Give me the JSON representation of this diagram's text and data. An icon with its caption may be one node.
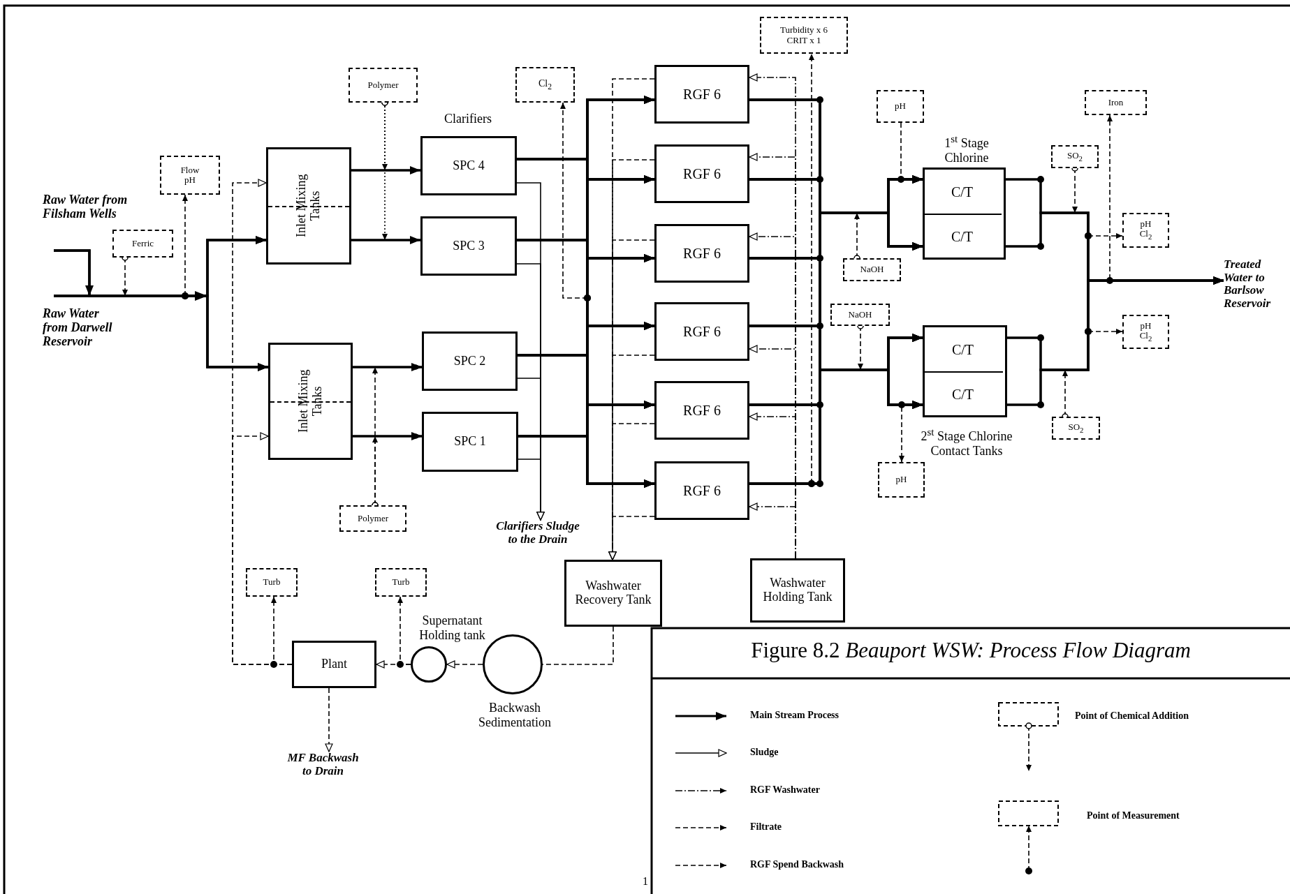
{
  "diagram": {
    "title": "Figure 8.2 *Beauport WSW: Process Flow Diagram*",
    "nodes": [
      {
        "text": [
          "Ferric"
        ]
      },
      {
        "text": [
          "Flow pH"
        ]
      },
      {
        "text": [
          "Inlet Mixing Tanks"
        ]
      },
      {
        "text": [
          "Inlet Mixing Tanks"
        ]
      },
      {
        "text": [
          "Polymer"
        ]
      },
      {
        "text": [
          "Polymer"
        ]
      },
      {
        "text": [
          "SPC 4"
        ]
      },
      {
        "text": [
          "SPC 3"
        ]
      },
      {
        "text": [
          "SPC 2"
        ]
      },
      {
        "text": [
          "SPC 1"
        ]
      },
      {
        "text": [
          "Cl$_{2}$"
        ]
      },
      {
        "text": [
          "RGF 6"
        ]
      },
      {
        "text": [
          "RGF 6"
        ]
      },
      {
        "text": [
          "RGF 6"
        ]
      },
      {
        "text": [
          "RGF 6"
        ]
      },
      {
        "text": [
          "RGF 6"
        ]
      },
      {
        "text": [
          "RGF 6"
        ]
      },
      {
        "text": [
          "Turbidity x 6 CRIT x 1"
        ]
      },
      {
        "text": [
          "pH"
        ]
      },
      {
        "text": [
          "1$^{st}$ Stage Chlorine"
        ]
      },
      {
        "text": [
          "C/T"
        ],
        "in": 19
      },
      {
        "text": [
          "C/T"
        ],
        "in": 19
      },
      {
        "text": [
          "NaOH"
        ]
      },
      {
        "text": [
          "NaOH"
        ]
      },
      {
        "text": [
          "2$^{st}$ Stage Chlorine Contact Tanks"
        ]
      },
      {
        "text": [
          "C/T"
        ],
        "in": 24
      },
      {
        "text": [
          "C/T"
        ],
        "in": 24
      },
      {
        "text": [
          "pH"
        ]
      },
      {
        "text": [
          "SO$_{2}$"
        ]
      },
      {
        "text": [
          "Iron"
        ]
      },
      {
        "text": [
          "pH Cl$_{2}$"
        ]
      },
      {
        "text": [
          "pH Cl$_{2}$"
        ]
      },
      {
        "text": [
          "SO$_{2}$"
        ]
      },
      {
        "text": [
          "Washwater Recovery Tank"
        ]
      },
      {
        "text": [
          "Washwater Holding Tank"
        ]
      },
      {
        "text": [
          "Turb"
        ]
      },
      {
        "text": [
          "Turb"
        ]
      },
      {
        "text": [
          "Plant"
        ]
      },
      {
        "text": [
          "Supernatant Holding tank"
        ]
      },
      {
        "text": [
          "Backwash Sedimentation"
        ]
      },
      {
        "text": [
          "Raw Water from Filsham Wells"
        ]
      },
      {
        "text": [
          "Raw Water from Darwell Reservoir"
        ]
      },
      {
        "text": [
          "Clarifiers Sludge to the Drain"
        ]
      },
      {
        "text": [
          "MF Backwash to Drain"
        ]
      },
      {
        "text": [
          "Treated Water to Barlsow Reservoir"
        ]
      }
    ],
    "edges": [
      {
        "from": 40,
        "to": 2,
        "arrow": "to"
      },
      {
        "from": 40,
        "to": 3,
        "arrow": "to"
      },
      {
        "from": 41,
        "to": 2,
        "arrow": "to"
      },
      {
        "from": 41,
        "to": 3,
        "arrow": "to"
      },
      {
        "from": 2,
        "to": 6,
        "arrow": "to"
      },
      {
        "from": 2,
        "to": 7,
        "arrow": "to"
      },
      {
        "from": 3,
        "to": 8,
        "arrow": "to"
      },
      {
        "from": 3,
        "to": 9,
        "arrow": "to"
      },
      {
        "from": 6,
        "to": 11,
        "arrow": "to"
      },
      {
        "from": 6,
        "to": 12,
        "arrow": "to"
      },
      {
        "from": 6,
        "to": 13,
        "arrow": "to"
      },
      {
        "from": 6,
        "to": 14,
        "arrow": "to"
      },
      {
        "from": 6,
        "to": 15,
        "arrow": "to"
      },
      {
        "from": 6,
        "to": 16,
        "arrow": "to"
      },
      {
        "from": 7,
        "to": 11,
        "arrow": "to"
      },
      {
        "from": 7,
        "to": 12,
        "arrow": "to"
      },
      {
        "from": 7,
        "to": 13,
        "arrow": "to"
      },
      {
        "from": 7,
        "to": 14,
        "arrow": "to"
      },
      {
        "from": 7,
        "to": 15,
        "arrow": "to"
      },
      {
        "from": 7,
        "to": 16,
        "arrow": "to"
      },
      {
        "from": 8,
        "to": 11,
        "arrow": "to"
      },
      {
        "from": 8,
        "to": 12,
        "arrow": "to"
      },
      {
        "from": 8,
        "to": 13,
        "arrow": "to"
      },
      {
        "from": 8,
        "to": 14,
        "arrow": "to"
      },
      {
        "from": 8,
        "to": 15,
        "arrow": "to"
      },
      {
        "from": 8,
        "to": 16,
        "arrow": "to"
      },
      {
        "from": 9,
        "to": 11,
        "arrow": "to"
      },
      {
        "from": 9,
        "to": 12,
        "arrow": "to"
      },
      {
        "from": 9,
        "to": 13,
        "arrow": "to"
      },
      {
        "from": 9,
        "to": 14,
        "arrow": "to"
      },
      {
        "from": 9,
        "to": 15,
        "arrow": "to"
      },
      {
        "from": 9,
        "to": 16,
        "arrow": "to"
      },
      {
        "from": 6,
        "to": 42,
        "arrow": "to"
      },
      {
        "from": 7,
        "to": 42,
        "arrow": "to"
      },
      {
        "from": 8,
        "to": 42,
        "arrow": "to"
      },
      {
        "from": 9,
        "to": 42,
        "arrow": "to"
      },
      {
        "from": null,
        "to": 10,
        "arrow": "to",
        "style": "dashed"
      },
      {
        "from": 11,
        "to": 20,
        "arrow": "to"
      },
      {
        "from": 11,
        "to": 21,
        "arrow": "to"
      },
      {
        "from": 11,
        "to": 25,
        "arrow": "to"
      },
      {
        "from": 11,
        "to": 26,
        "arrow": "to"
      },
      {
        "from": 12,
        "to": 20,
        "arrow": "to"
      },
      {
        "from": 12,
        "to": 21,
        "arrow": "to"
      },
      {
        "from": 12,
        "to": 25,
        "arrow": "to"
      },
      {
        "from": 12,
        "to": 26,
        "arrow": "to"
      },
      {
        "from": 13,
        "to": 20,
        "arrow": "to"
      },
      {
        "from": 13,
        "to": 21,
        "arrow": "to"
      },
      {
        "from": 13,
        "to": 25,
        "arrow": "to"
      },
      {
        "from": 13,
        "to": 26,
        "arrow": "to"
      },
      {
        "from": 14,
        "to": 20,
        "arrow": "to"
      },
      {
        "from": 14,
        "to": 21,
        "arrow": "to"
      },
      {
        "from": 14,
        "to": 25,
        "arrow": "to"
      },
      {
        "from": 14,
        "to": 26,
        "arrow": "to"
      },
      {
        "from": 15,
        "to": 20,
        "arrow": "to"
      },
      {
        "from": 15,
        "to": 21,
        "arrow": "to"
      },
      {
        "from": 15,
        "to": 25,
        "arrow": "to"
      },
      {
        "from": 15,
        "to": 26,
        "arrow": "to"
      },
      {
        "from": 16,
        "to": 20,
        "arrow": "to"
      },
      {
        "from": 16,
        "to": 21,
        "arrow": "to"
      },
      {
        "from": 16,
        "to": 25,
        "arrow": "to"
      },
      {
        "from": 16,
        "to": 26,
        "arrow": "to"
      },
      {
        "from": 34,
        "to": 11,
        "arrow": "to",
        "style": "dashed"
      },
      {
        "from": 34,
        "to": 12,
        "arrow": "to",
        "style": "dashed"
      },
      {
        "from": 34,
        "to": 13,
        "arrow": "to",
        "style": "dashed"
      },
      {
        "from": 34,
        "to": 14,
        "arrow": "to",
        "style": "dashed"
      },
      {
        "from": 34,
        "to": 15,
        "arrow": "to",
        "style": "dashed"
      },
      {
        "from": 34,
        "to": 16,
        "arrow": "to",
        "style": "dashed"
      },
      {
        "from": 11,
        "to": 33,
        "arrow": "to",
        "style": "dashed"
      },
      {
        "from": 12,
        "to": 33,
        "arrow": "to",
        "style": "dashed"
      },
      {
        "from": 13,
        "to": 33,
        "arrow": "to",
        "style": "dashed"
      },
      {
        "from": 14,
        "to": 33,
        "arrow": "to",
        "style": "dashed"
      },
      {
        "from": 15,
        "to": 33,
        "arrow": "to",
        "style": "dashed"
      },
      {
        "from": 16,
        "to": 33,
        "arrow": "to",
        "style": "dashed"
      },
      {
        "from": null,
        "to": 17,
        "arrow": "to",
        "style": "dashed"
      },
      {
        "from": 20,
        "to": 44,
        "arrow": "to"
      },
      {
        "from": 21,
        "to": 44,
        "arrow": "to"
      },
      {
        "from": 25,
        "to": 44,
        "arrow": "to"
      },
      {
        "from": 26,
        "to": 44,
        "arrow": "to"
      },
      {
        "from": 0,
        "to": 2,
        "arrow": "to",
        "style": "dashed"
      },
      {
        "from": null,
        "to": 1,
        "arrow": "to",
        "style": "dashed"
      },
      {
        "from": 4,
        "to": null,
        "arrow": "to",
        "style": "dashed"
      },
      {
        "from": 4,
        "to": null,
        "arrow": "to",
        "style": "dashed"
      },
      {
        "from": 5,
        "to": 8,
        "arrow": "to",
        "style": "dashed"
      },
      {
        "from": 5,
        "to": 9,
        "arrow": "to",
        "style": "dashed"
      },
      {
        "from": 18,
        "to": 20,
        "arrow": "to",
        "style": "dashed"
      },
      {
        "from": 22,
        "to": null,
        "arrow": "to",
        "style": "dashed"
      },
      {
        "from": 23,
        "to": null,
        "arrow": "to",
        "style": "dashed"
      },
      {
        "from": 26,
        "to": 27,
        "arrow": "both",
        "style": "dashed"
      },
      {
        "from": 28,
        "to": null,
        "arrow": "to",
        "style": "dashed"
      },
      {
        "from": 32,
        "to": null,
        "arrow": "to",
        "style": "dashed"
      },
      {
        "from": 44,
        "to": 29,
        "arrow": "both",
        "style": "dashed"
      },
      {
        "from": null,
        "to": 30,
        "arrow": "to",
        "style": "dashed"
      },
      {
        "from": null,
        "to": 31,
        "arrow": "to",
        "style": "dashed"
      },
      {
        "from": 37,
        "to": 35,
        "arrow": "to",
        "style": "dashed"
      },
      {
        "from": 38,
        "to": 36,
        "arrow": "to",
        "style": "dashed"
      },
      {
        "from": 33,
        "to": 39,
        "arrow": "none",
        "style": "dashed"
      },
      {
        "from": 39,
        "to": 38,
        "arrow": "to",
        "style": "dashed"
      },
      {
        "from": 38,
        "to": 37,
        "arrow": "to",
        "style": "dashed"
      },
      {
        "from": 37,
        "to": 43,
        "arrow": "to",
        "style": "dashed"
      },
      {
        "from": 37,
        "to": 2,
        "arrow": "to",
        "style": "dashed"
      },
      {
        "from": 37,
        "to": 3,
        "arrow": "to",
        "style": "dashed"
      }
    ],
    "labels": [
      "Clarifiers",
      "1"
    ],
    "legend": [
      {
        "text": "Main Stream Process"
      },
      {
        "text": "Sludge"
      },
      {
        "text": "RGF Washwater"
      },
      {
        "text": "Filtrate"
      },
      {
        "text": "RGF Spend Backwash"
      },
      {
        "text": "Point of Chemical Addition"
      },
      {
        "text": "Point of Measurement"
      }
    ]
  }
}
